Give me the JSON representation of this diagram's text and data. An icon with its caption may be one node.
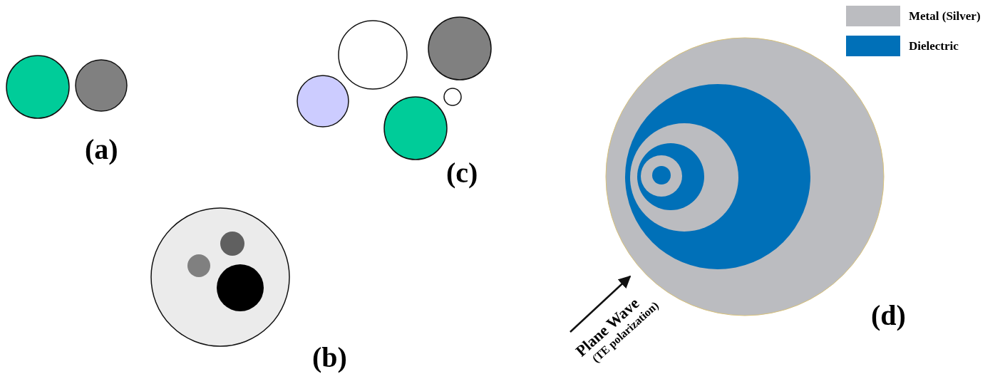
{
  "diagram": {
    "labels": [
      "(a)",
      "(c)",
      "(d)",
      "Plane Wave",
      "(TE polarization)",
      "(b)"
    ],
    "legend": [
      {
        "text": "Metal (Silver)",
        "color": "#bbbcc0"
      },
      {
        "text": "Dielectric",
        "color": "#0070b8"
      }
    ]
  }
}
